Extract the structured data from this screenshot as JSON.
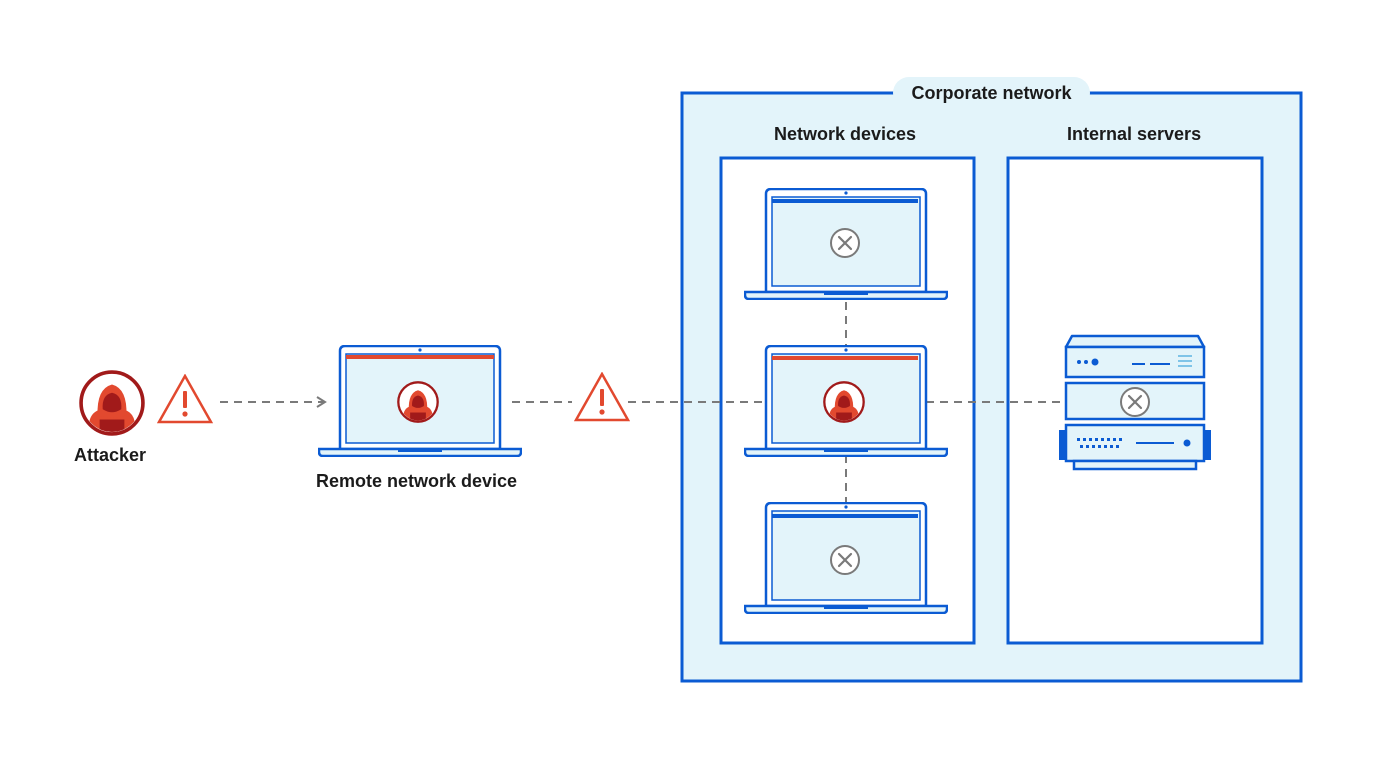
{
  "labels": {
    "attacker": "Attacker",
    "remote_device": "Remote network device",
    "corporate_network": "Corporate network",
    "network_devices": "Network devices",
    "internal_servers": "Internal servers"
  },
  "colors": {
    "primary_blue": "#0b5bd3",
    "light_blue": "#e3f4fa",
    "threat_red": "#e2492f",
    "dark_red": "#a11a1a",
    "connector_gray": "#7a7a7a"
  },
  "icons": {
    "attacker": "hooded-attacker-icon",
    "warning": "warning-triangle-icon",
    "blocked": "blocked-x-icon",
    "laptop": "laptop-icon",
    "server": "server-stack-icon"
  }
}
